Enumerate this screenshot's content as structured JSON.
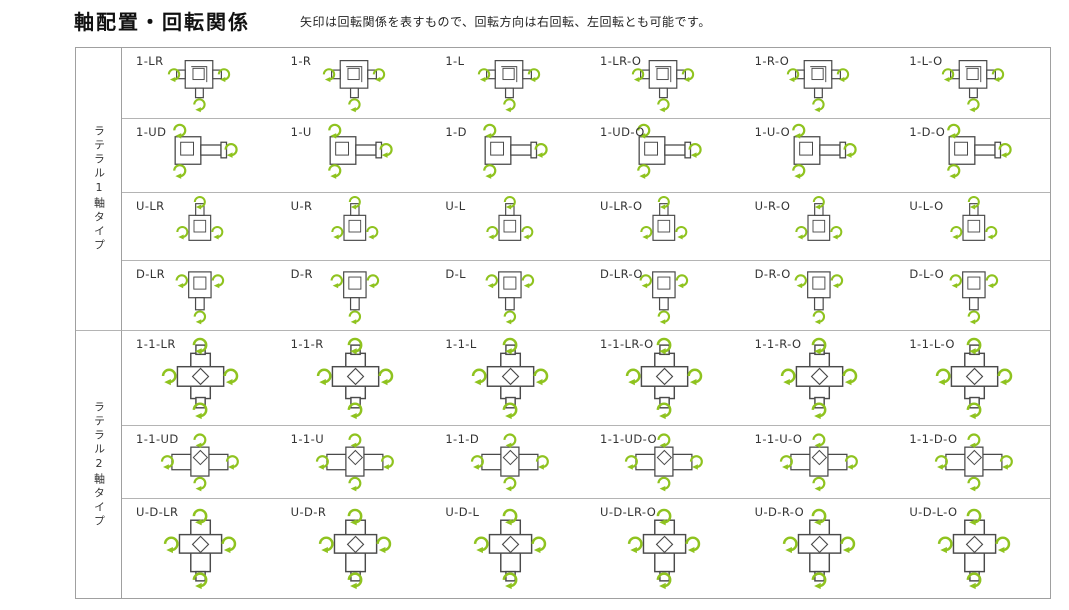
{
  "page": {
    "title": "軸配置・回転関係",
    "note": "矢印は回転関係を表すもので、回転方向は右回転、左回転とも可能です。"
  },
  "colors": {
    "arrow": "#8fc31f",
    "outline": "#4a4a4a",
    "grid": "#b4b4b4",
    "text": "#333333"
  },
  "table": {
    "groups": [
      {
        "label": "ラテラル1軸タイプ",
        "rows": [
          {
            "diagram": "horizontal-lr",
            "cells": [
              "1-LR",
              "1-R",
              "1-L",
              "1-LR-O",
              "1-R-O",
              "1-L-O"
            ]
          },
          {
            "diagram": "horizontal-ud",
            "cells": [
              "1-UD",
              "1-U",
              "1-D",
              "1-UD-O",
              "1-U-O",
              "1-D-O"
            ]
          },
          {
            "diagram": "vertical-up",
            "cells": [
              "U-LR",
              "U-R",
              "U-L",
              "U-LR-O",
              "U-R-O",
              "U-L-O"
            ]
          },
          {
            "diagram": "vertical-down",
            "cells": [
              "D-LR",
              "D-R",
              "D-L",
              "D-LR-O",
              "D-R-O",
              "D-L-O"
            ]
          }
        ]
      },
      {
        "label": "ラテラル2軸タイプ",
        "rows": [
          {
            "diagram": "cross-4way",
            "cells": [
              "1-1-LR",
              "1-1-R",
              "1-1-L",
              "1-1-LR-O",
              "1-1-R-O",
              "1-1-L-O"
            ]
          },
          {
            "diagram": "cross-horizontal",
            "cells": [
              "1-1-UD",
              "1-1-U",
              "1-1-D",
              "1-1-UD-O",
              "1-1-U-O",
              "1-1-D-O"
            ]
          },
          {
            "diagram": "cross-vertical",
            "cells": [
              "U-D-LR",
              "U-D-R",
              "U-D-L",
              "U-D-LR-O",
              "U-D-R-O",
              "U-D-L-O"
            ]
          }
        ]
      }
    ]
  }
}
